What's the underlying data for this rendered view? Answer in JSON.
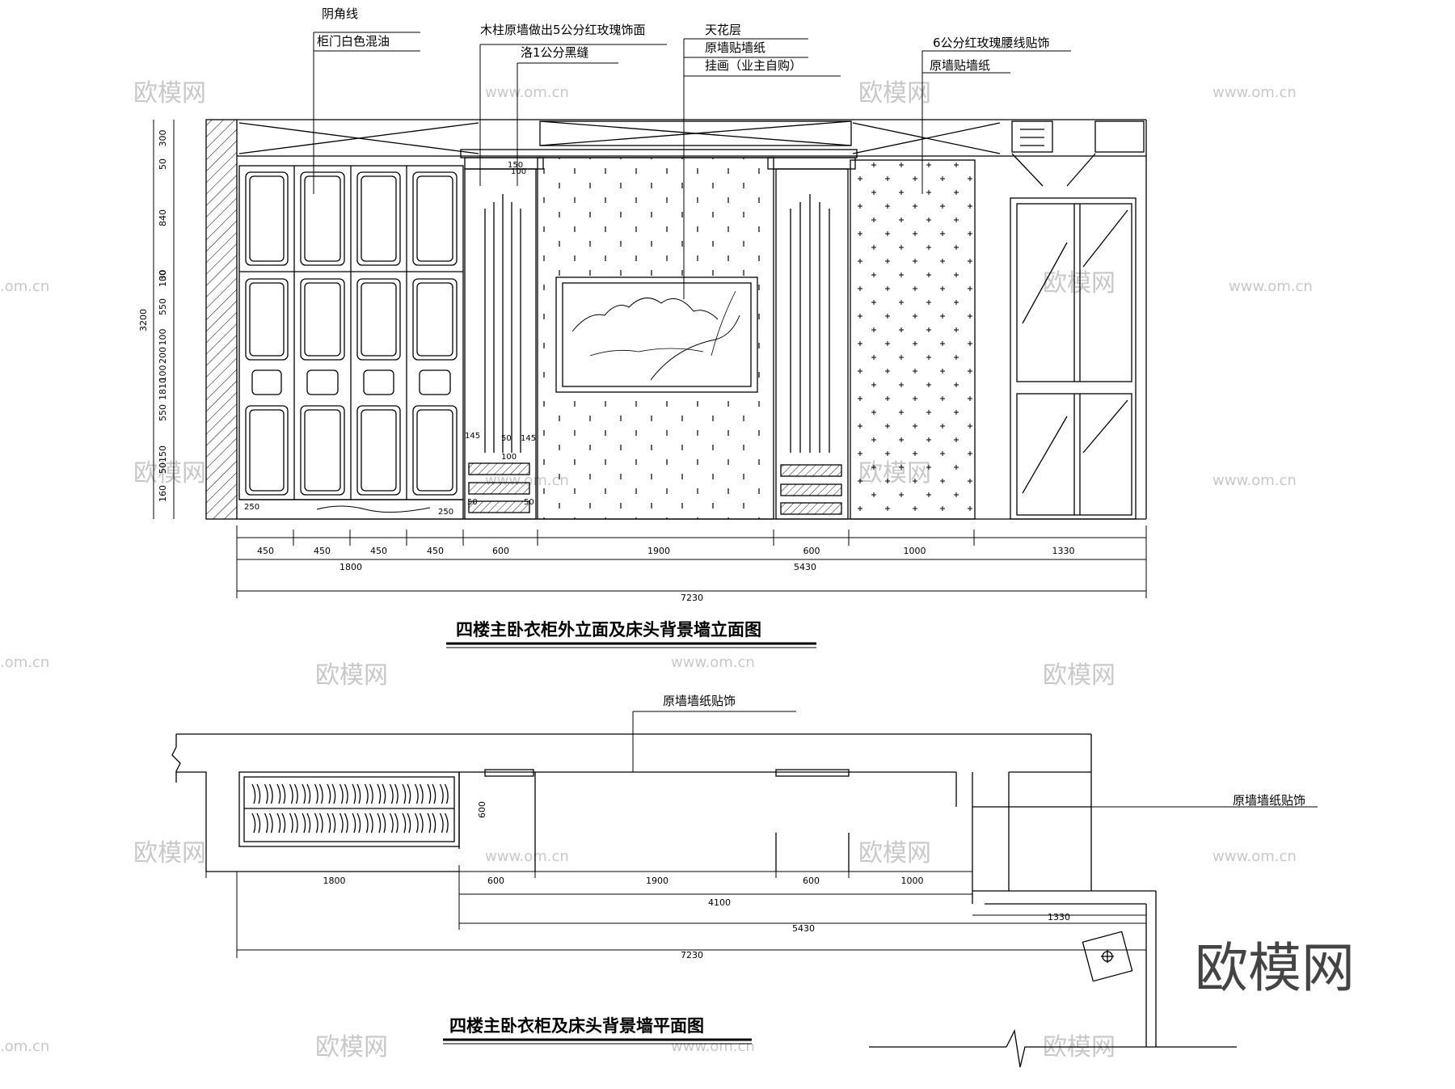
{
  "elevation": {
    "title": "四楼主卧衣柜外立面及床头背景墙立面图",
    "labels": {
      "yinjiaoxian": "阴角线",
      "guimen": "柜门白色混油",
      "muzhu": "木柱原墙做出5公分红玫瑰饰面",
      "luofeng": "洛1公分黑缝",
      "tianhua": "天花层",
      "yuanqiang": "原墙贴墙纸",
      "guahua": "挂画（业主自购）",
      "yaoxian": "6公分红玫瑰腰线贴饰",
      "yuanqiang2": "原墙贴墙纸"
    },
    "dims_bottom": [
      "450",
      "450",
      "450",
      "450",
      "600",
      "1900",
      "600",
      "1000",
      "1330"
    ],
    "dims_sub": [
      "1800",
      "5430"
    ],
    "dims_total": "7230",
    "dims_left": [
      "300",
      "50",
      "840",
      "30",
      "100",
      "550",
      "100",
      "200",
      "100",
      "550",
      "150",
      "50",
      "160"
    ],
    "dims_left_big": [
      "3200",
      "1810"
    ],
    "small_dims": [
      "250",
      "250",
      "145",
      "50",
      "145",
      "100",
      "150",
      "100",
      "50",
      "50"
    ]
  },
  "plan": {
    "title": "四楼主卧衣柜及床头背景墙平面图",
    "labels": {
      "top": "原墙墙纸贴饰",
      "right": "原墙墙纸贴饰"
    },
    "dims_row1": [
      "1800",
      "600",
      "1900",
      "600",
      "1000"
    ],
    "dims_4100": "4100",
    "dims_1330": "1330",
    "dims_5430": "5430",
    "dims_7230": "7230",
    "depth": "600"
  },
  "watermarks": {
    "brand": "欧模网",
    "url": "www.om.cn",
    "url_short": ".om.cn",
    "big": "欧模网"
  }
}
